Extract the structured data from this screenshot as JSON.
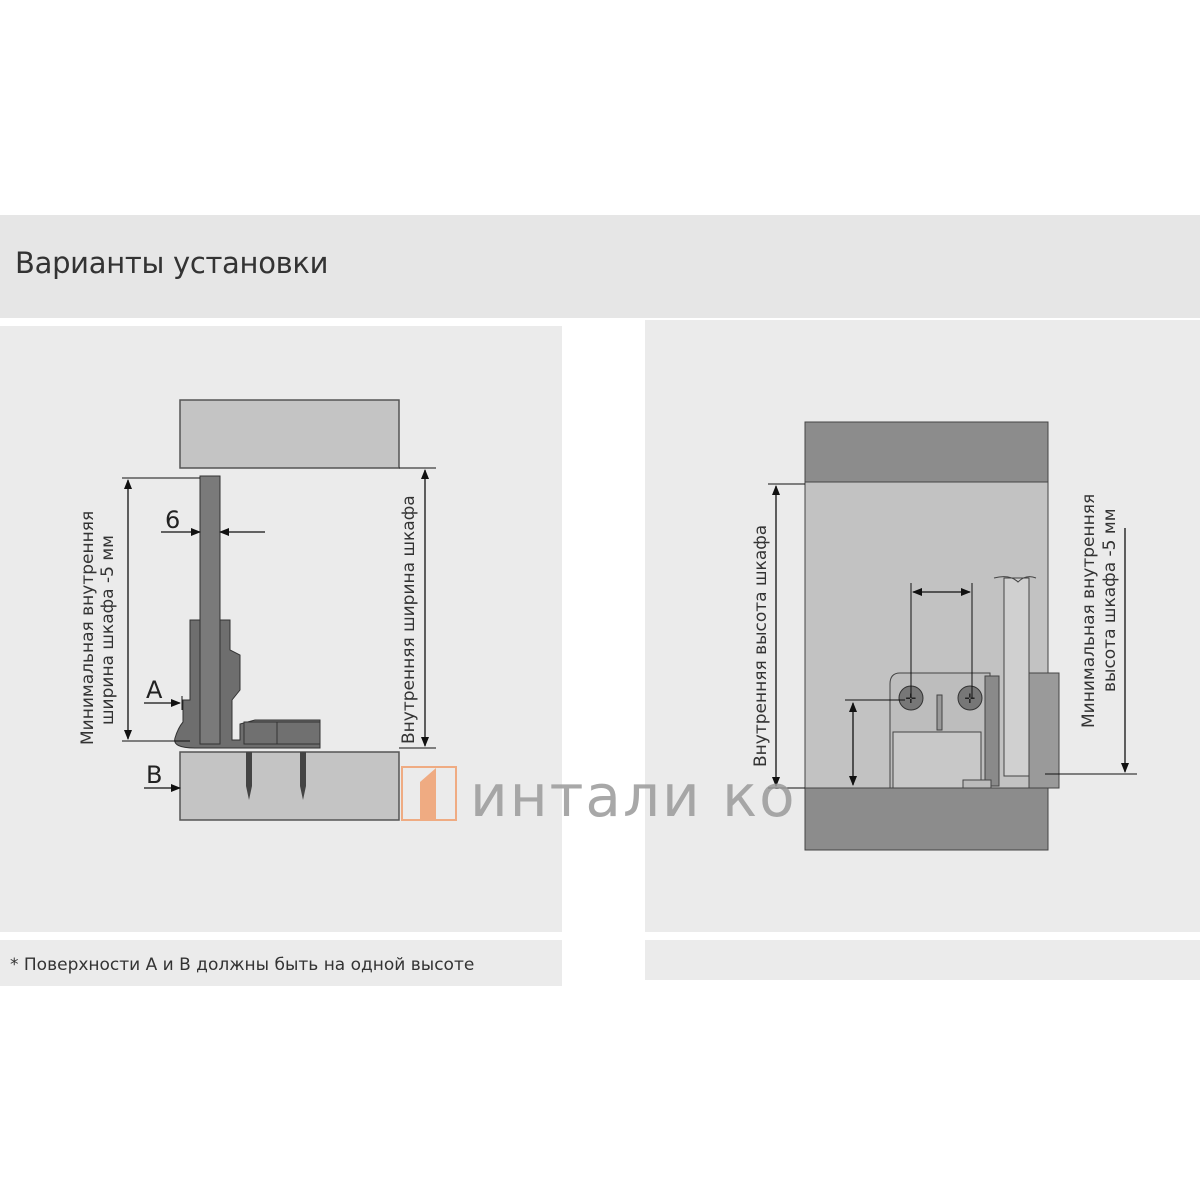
{
  "header": {
    "title": "Варианты установки"
  },
  "left_diagram": {
    "dim_min_width_line1": "Минимальная внутренняя",
    "dim_min_width_line2": "ширина шкафа -5 мм",
    "dim_inner_width": "Внутренняя ширина шкафа",
    "dim_thickness": "6",
    "surface_a": "A",
    "surface_b": "B"
  },
  "right_diagram": {
    "dim_inner_height": "Внутренняя высота шкафа",
    "dim_min_height_line1": "Минимальная внутренняя",
    "dim_min_height_line2": "высота шкафа -5 мм"
  },
  "footnote": "* Поверхности A и B должны быть на одной высоте",
  "watermark": {
    "text": "интали ко"
  },
  "colors": {
    "band": "#e6e6e6",
    "board": "#c4c4c4",
    "dark_board": "#8a8a8a",
    "logo": "#f0a070"
  }
}
